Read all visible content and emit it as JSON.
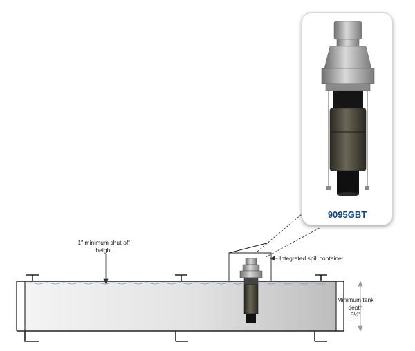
{
  "callout": {
    "model_label": "9095GBT"
  },
  "labels": {
    "shutoff_line1": "1\" minimum shut-off",
    "shutoff_line2": "height",
    "spill_container": "Integrated spill container",
    "depth_line1": "Minimum tank",
    "depth_line2": "depth",
    "depth_line3": "8½\""
  },
  "colors": {
    "tank_fill_light": "#eeeeee",
    "tank_fill_dark": "#c9c9c9",
    "valve_dark": "#1a1a1a",
    "valve_metal": "#9a9a9a",
    "callout_label": "#14497a",
    "water_line": "#7fa0c8"
  }
}
